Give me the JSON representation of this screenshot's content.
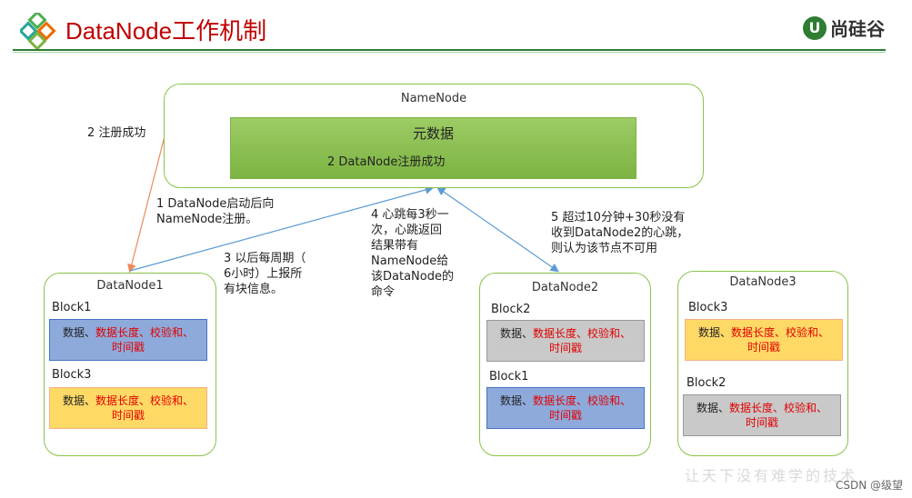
{
  "header": {
    "title": "DataNode工作机制",
    "logo_letter": "U",
    "logo_text": "尚硅谷"
  },
  "namenode": {
    "title": "NameNode",
    "meta_title": "元数据",
    "meta_sub": "2 DataNode注册成功"
  },
  "datanodes": [
    {
      "title": "DataNode1",
      "blocks": [
        {
          "label": "Block1"
        },
        {
          "label": "Block3"
        }
      ]
    },
    {
      "title": "DataNode2",
      "blocks": [
        {
          "label": "Block2"
        },
        {
          "label": "Block1"
        }
      ]
    },
    {
      "title": "DataNode3",
      "blocks": [
        {
          "label": "Block3"
        },
        {
          "label": "Block2"
        }
      ]
    }
  ],
  "card": {
    "prefix": "数据、",
    "red": "数据长度、校验和、",
    "suffix": "时间戳"
  },
  "notes": {
    "register_ok": "2 注册成功",
    "start_register": "1 DataNode启动后向\nNameNode注册。",
    "report": "3 以后每周期（\n6小时）上报所\n有块信息。",
    "heartbeat": "4 心跳每3秒一\n次，心跳返回\n结果带有\nNameNode给\n该DataNode的\n命令",
    "timeout": "5 超过10分钟+30秒没有\n收到DataNode2的心跳，\n则认为该节点不可用"
  },
  "footer": {
    "watermark": "让天下没有难学的技术",
    "csdn": "CSDN @级望"
  },
  "colors": {
    "accent": "#c00000",
    "brand": "#2e7d32",
    "node_border": "#8bc34a",
    "meta_fill": "#8bc34a",
    "arrow_orange": "#f0885a",
    "arrow_blue": "#5b9bd5"
  }
}
